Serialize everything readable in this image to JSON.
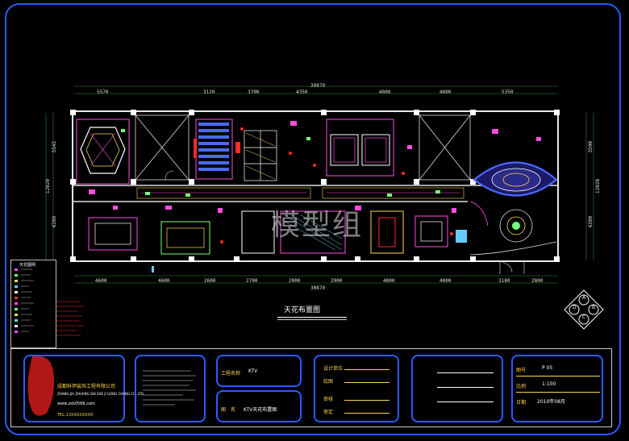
{
  "dims_top": {
    "total": "30870",
    "segments": [
      "5570",
      "3120",
      "3700",
      "4350",
      "4800",
      "4800",
      "5350"
    ]
  },
  "dims_bottom": {
    "total": "30870",
    "segments": [
      "4600",
      "4600",
      "2600",
      "2700",
      "2000",
      "2900",
      "4800",
      "4800",
      "3180",
      "2800"
    ]
  },
  "dims_left": {
    "total": "12020",
    "segments": [
      "5545",
      "4300"
    ]
  },
  "dims_right": {
    "total": "12020",
    "segments": [
      "3590",
      "4300"
    ]
  },
  "plan_title": "天花布置图",
  "watermark": "模型组",
  "legend": {
    "title": "天花图例"
  },
  "compass": [
    "A",
    "B",
    "C",
    "D"
  ],
  "title_block": {
    "company_name": "成都科伊装饰工程有限公司",
    "company_name_en": "ZHANG JIA ZHUANG SHI SHE JI GONG CHENG CO.,LTD.",
    "company_line": "www.zxk0566.com",
    "company_phone": "TEL:13XXXXXXXX",
    "project_label": "工程名称",
    "project_value": "KTV",
    "drawing_label": "图　名",
    "drawing_value": "KTV天花布置图",
    "design_label": "设计单位",
    "draw_label": "绘图",
    "check_label": "审核",
    "approve_label": "审定",
    "sheet_label": "图号",
    "sheet_value": "P 05",
    "scale_label": "比例",
    "scale_value": "1:100",
    "date_label": "日期",
    "date_value": "2010年08月"
  }
}
